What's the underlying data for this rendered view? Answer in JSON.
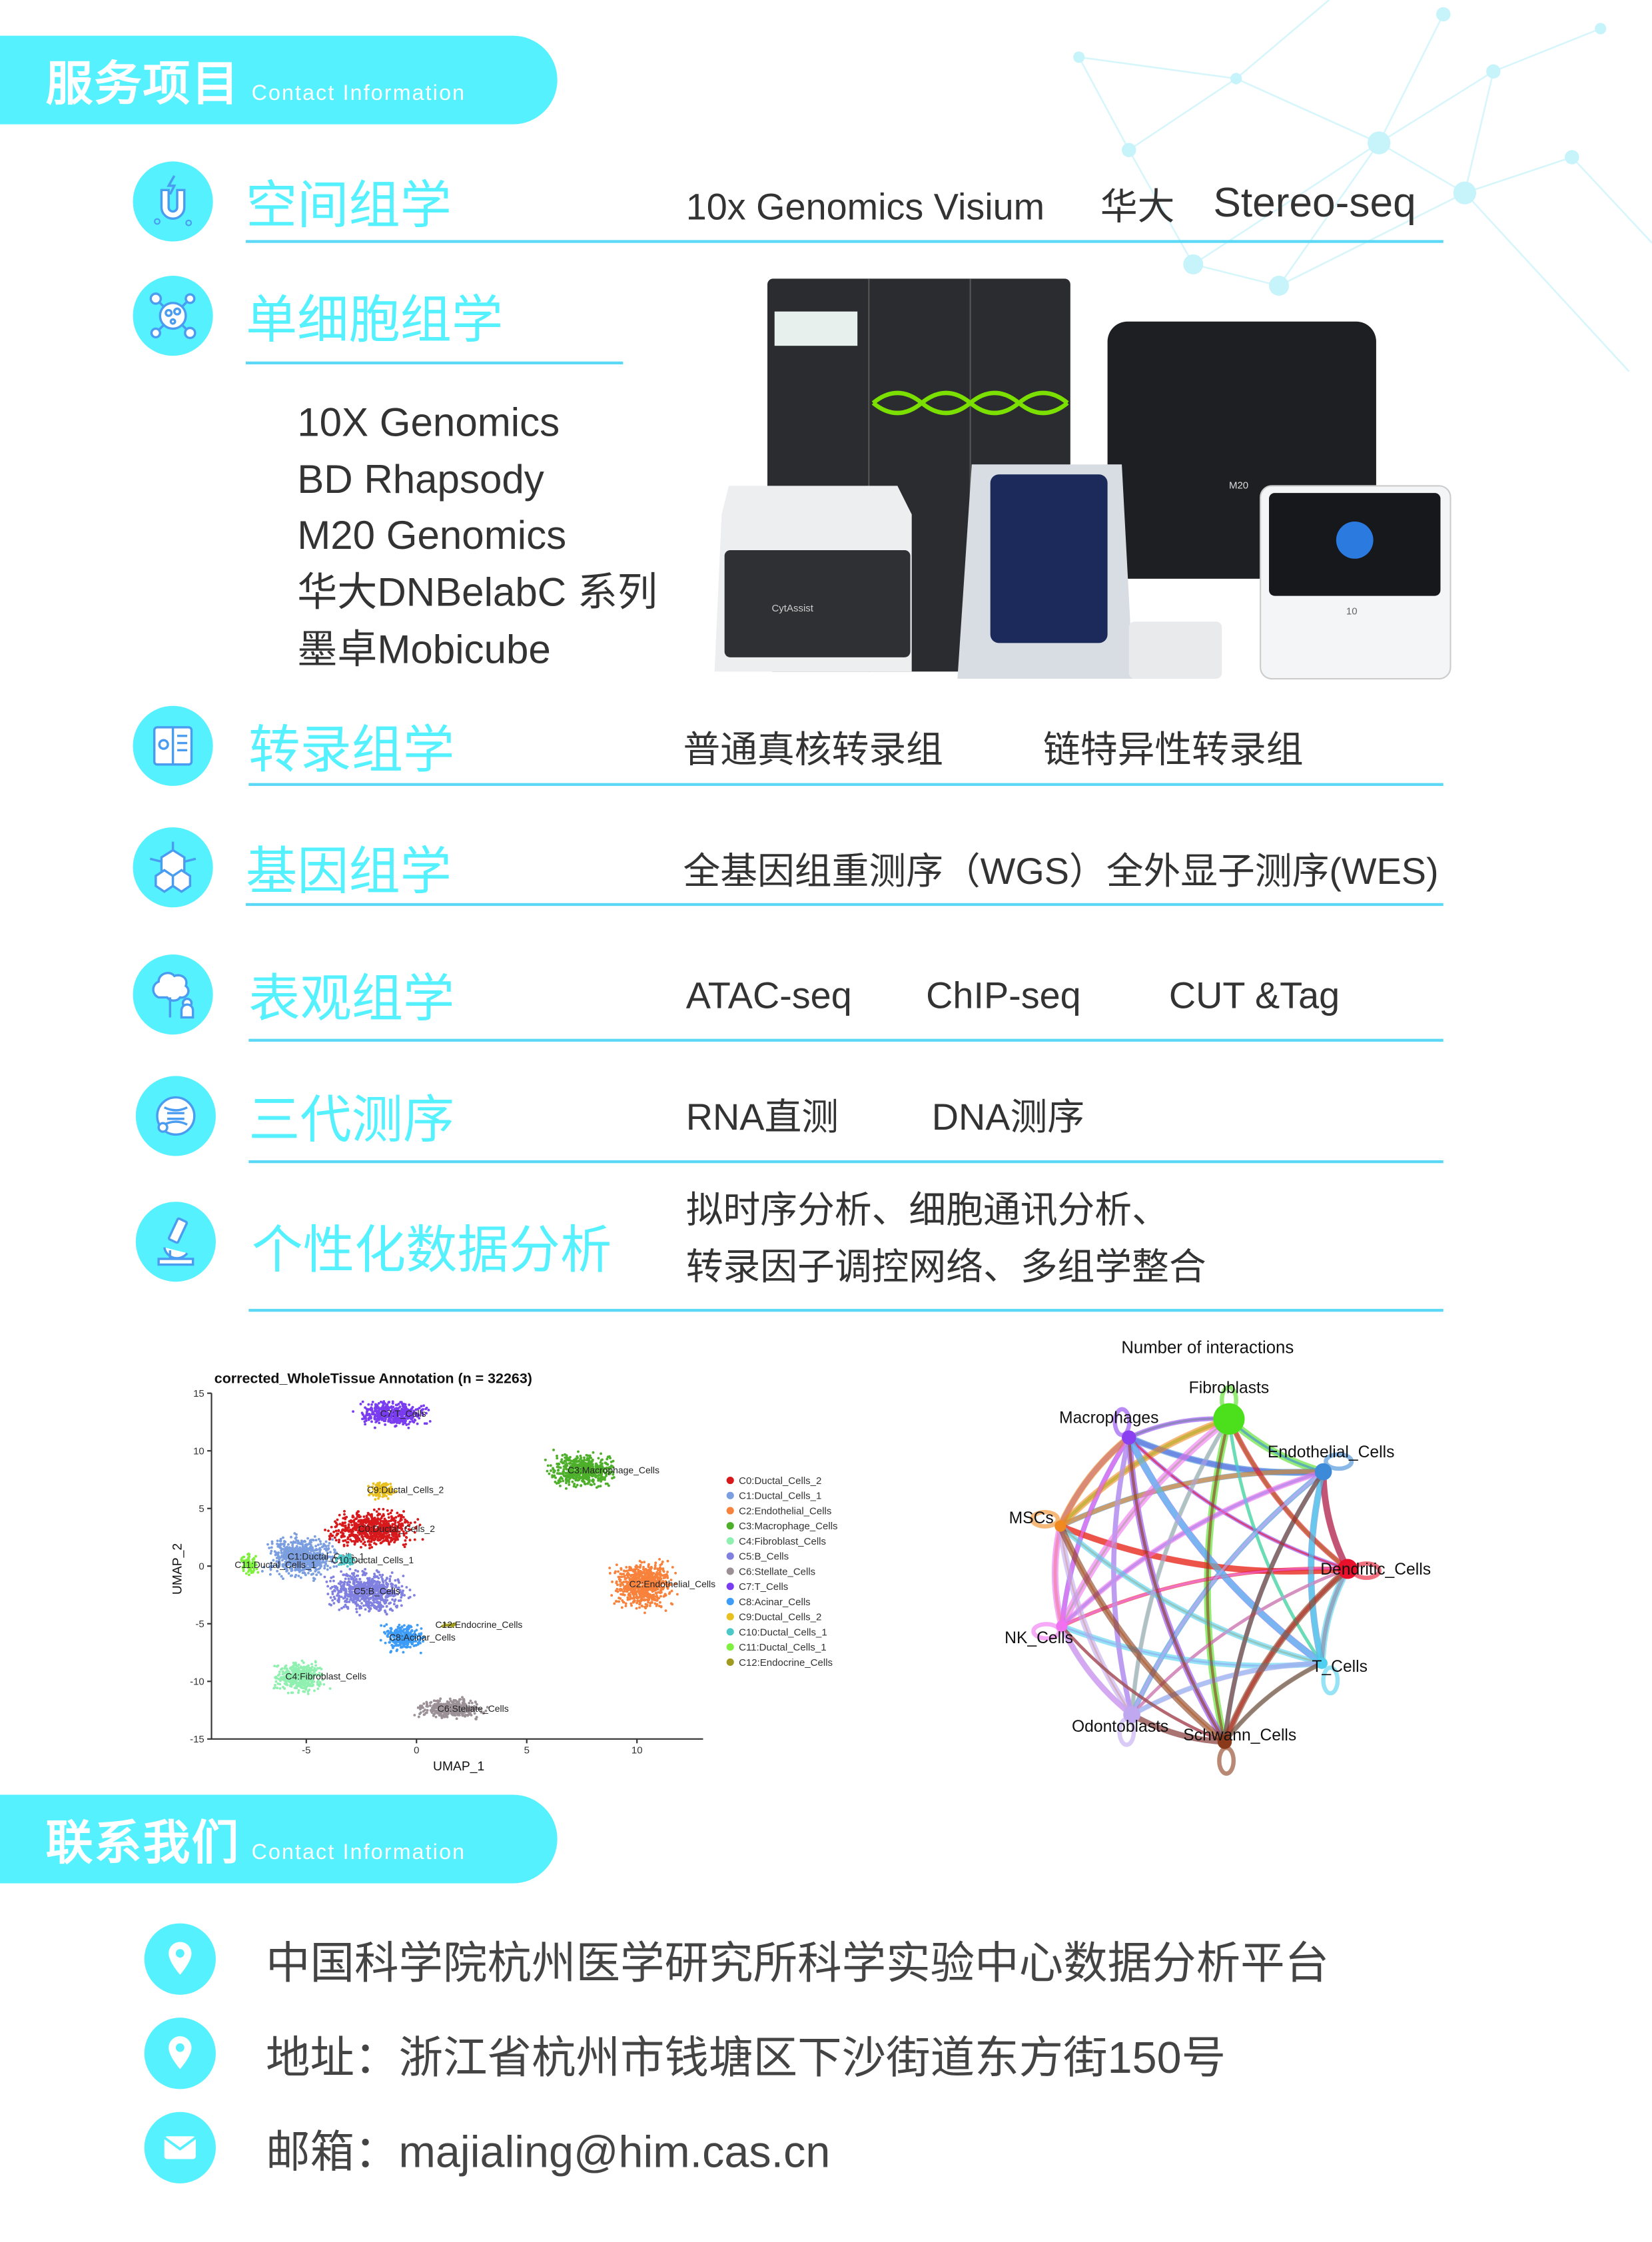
{
  "colors": {
    "accent": "#55f1ff",
    "icon_stroke": "#4a9cf0",
    "rule": "#5ad8f5",
    "text": "#333333"
  },
  "services_header": {
    "title": "服务项目",
    "subtitle": "Contact Information"
  },
  "services": [
    {
      "name": "空间组学",
      "icon": "magnet-icon",
      "items": [
        "10x Genomics Visium",
        "华大",
        "Stereo-seq"
      ]
    },
    {
      "name": "单细胞组学",
      "icon": "cell-icon",
      "items": [
        "10X Genomics",
        "BD Rhapsody",
        "M20 Genomics",
        "华大DNBelabC 系列",
        "墨卓Mobicube"
      ]
    },
    {
      "name": "转录组学",
      "icon": "book-icon",
      "items": [
        "普通真核转录组",
        "链特异性转录组"
      ]
    },
    {
      "name": "基因组学",
      "icon": "molecule-icon",
      "items": [
        "全基因组重测序（WGS）全外显子测序(WES)"
      ]
    },
    {
      "name": "表观组学",
      "icon": "tree-person-icon",
      "items": [
        "ATAC-seq",
        "ChIP-seq",
        "CUT &Tag"
      ]
    },
    {
      "name": "三代测序",
      "icon": "dna-icon",
      "items": [
        "RNA直测",
        "DNA测序"
      ]
    },
    {
      "name": "个性化数据分析",
      "icon": "microscope-icon",
      "items": [
        "拟时序分析、细胞通讯分析、",
        "转录因子调控网络、多组学整合"
      ]
    }
  ],
  "devices_labels": {
    "cytassist": "CytAssist",
    "m20": "M20",
    "tenx": "10"
  },
  "contact_header": {
    "title": "联系我们",
    "subtitle": "Contact Information"
  },
  "contacts": [
    {
      "icon": "location-pin-icon",
      "text": "中国科学院杭州医学研究所科学实验中心数据分析平台"
    },
    {
      "icon": "location-pin-icon",
      "text": "地址：浙江省杭州市钱塘区下沙街道东方街150号"
    },
    {
      "icon": "mail-icon",
      "text": "邮箱：majialing@him.cas.cn"
    }
  ],
  "chart_data": [
    {
      "type": "scatter",
      "title": "corrected_WholeTissue Annotation (n = 32263)",
      "xlabel": "UMAP_1",
      "ylabel": "UMAP_2",
      "xlim": [
        -9.3,
        13
      ],
      "ylim": [
        -15,
        15
      ],
      "xticks": [
        -5,
        0,
        5,
        10
      ],
      "yticks": [
        15,
        10,
        5,
        0,
        -5,
        -10,
        -15
      ],
      "grid": false,
      "legend_position": "right",
      "clusters": [
        {
          "name": "C0:Ductal_Cells_2",
          "color": "#d7191c",
          "center": [
            -2,
            3.2
          ],
          "x_range": [
            -4.5,
            0.5
          ],
          "y_range": [
            1.5,
            5.5
          ]
        },
        {
          "name": "C1:Ductal_Cells_1",
          "color": "#7b9ee0",
          "center": [
            -5.2,
            0.8
          ],
          "x_range": [
            -7,
            -3
          ],
          "y_range": [
            -1.5,
            3
          ]
        },
        {
          "name": "C2:Endothelial_Cells",
          "color": "#f8823c",
          "center": [
            10.3,
            -1.6
          ],
          "x_range": [
            8.5,
            12
          ],
          "y_range": [
            -4.5,
            0.8
          ]
        },
        {
          "name": "C3:Macrophage_Cells",
          "color": "#4daf2a",
          "center": [
            7.5,
            8.3
          ],
          "x_range": [
            5.6,
            9.2
          ],
          "y_range": [
            6.2,
            10
          ]
        },
        {
          "name": "C4:Fibroblast_Cells",
          "color": "#8ff0b0",
          "center": [
            -5.3,
            -9.6
          ],
          "x_range": [
            -6.9,
            -3.9
          ],
          "y_range": [
            -11,
            -7.5
          ]
        },
        {
          "name": "C5:B_Cells",
          "color": "#8080e0",
          "center": [
            -2.2,
            -2.2
          ],
          "x_range": [
            -4,
            0.5
          ],
          "y_range": [
            -4.5,
            0
          ]
        },
        {
          "name": "C6:Stellate_Cells",
          "color": "#9a9096",
          "center": [
            1.6,
            -12.4
          ],
          "x_range": [
            -0.8,
            3.2
          ],
          "y_range": [
            -13.6,
            -11.3
          ]
        },
        {
          "name": "C7:T_Cells",
          "color": "#7a3cf0",
          "center": [
            -1,
            13.2
          ],
          "x_range": [
            -2.5,
            1.5
          ],
          "y_range": [
            11.5,
            14.2
          ]
        },
        {
          "name": "C8:Acinar_Cells",
          "color": "#3c9cf8",
          "center": [
            -0.6,
            -6.2
          ],
          "x_range": [
            -2,
            0.3
          ],
          "y_range": [
            -7.3,
            -4.3
          ]
        },
        {
          "name": "C9:Ductal_Cells_2",
          "color": "#e8c020",
          "center": [
            -1.6,
            6.6
          ],
          "x_range": [
            -2.4,
            -0.9
          ],
          "y_range": [
            5.6,
            7.6
          ]
        },
        {
          "name": "C10:Ductal_Cells_1",
          "color": "#4cc8c8",
          "center": [
            -3.2,
            0.5
          ],
          "x_range": [
            -3.6,
            -2.4
          ],
          "y_range": [
            -0.3,
            1.1
          ]
        },
        {
          "name": "C11:Ductal_Cells_1",
          "color": "#80f040",
          "center": [
            -7.6,
            0.1
          ],
          "x_range": [
            -8,
            -7
          ],
          "y_range": [
            -1.2,
            1.2
          ]
        },
        {
          "name": "C12:Endocrine_Cells",
          "color": "#a09a20",
          "center": [
            1.5,
            -5.1
          ],
          "x_range": [
            1.2,
            1.9
          ],
          "y_range": [
            -5.3,
            -4.9
          ]
        }
      ]
    },
    {
      "type": "network",
      "title": "Number of interactions",
      "nodes": [
        {
          "name": "Fibroblasts",
          "color": "#4ce01c"
        },
        {
          "name": "Macrophages",
          "color": "#8a40f0"
        },
        {
          "name": "Endothelial_Cells",
          "color": "#3c8ad8"
        },
        {
          "name": "MSCs",
          "color": "#f08a20"
        },
        {
          "name": "Dendritic_Cells",
          "color": "#e8102a"
        },
        {
          "name": "NK_Cells",
          "color": "#f070f0"
        },
        {
          "name": "T_Cells",
          "color": "#50d0f0"
        },
        {
          "name": "Odontoblasts",
          "color": "#c0a8f0"
        },
        {
          "name": "Schwann_Cells",
          "color": "#8a3a1a"
        }
      ]
    }
  ]
}
